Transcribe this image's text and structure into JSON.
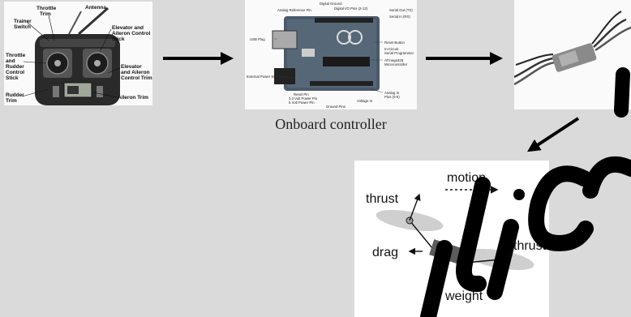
{
  "rc_labels": {
    "antenna": "Antenna",
    "throttle_trim": "Throttle\nTrim",
    "trainer_switch": "Trainer\nSwitch",
    "elevator_stick": "Elevator and\nAileron Control\nStick",
    "throttle_stick": "Throttle\nand\nRudder\nControl\nStick",
    "elevator_trim": "Elevator\nand Aileron\nControl Trim",
    "rudder_trim": "Rudder\nTrim",
    "aileron_trim": "Aileron Trim"
  },
  "ard_labels": {
    "digital_ground": "Digital Ground",
    "analog_ref": "Analog Reference Pin",
    "digital_io": "Digital I/O Pins (2-13)",
    "serial_out": "Serial Out (TX)",
    "serial_in": "Serial In (RX)",
    "usb": "USB Plug",
    "reset_button": "Reset Button",
    "icsp": "In-Circuit\nSerial Programmer",
    "atmega": "ATmega328\nMicrocontroller",
    "ext_power": "External Power Supply",
    "reset_pin": "Reset Pin",
    "pwr33": "3.3 Volt Power Pin",
    "pwr5": "5 Volt Power Pin",
    "ground_pins": "Ground Pins",
    "voltage_in": "Voltage In",
    "analog_in": "Analog In\nPins (0-5)"
  },
  "caption": "Onboard controller",
  "forces": {
    "motion": "motion",
    "thrust_left": "thrust",
    "thrust_right": "thrust",
    "drag": "drag",
    "weight": "weight"
  },
  "colors": {
    "background": "#dadada",
    "arrow": "#000000",
    "watermark": "#000000",
    "body": "#6e6e6e",
    "rotor": "#c8c8c8"
  }
}
